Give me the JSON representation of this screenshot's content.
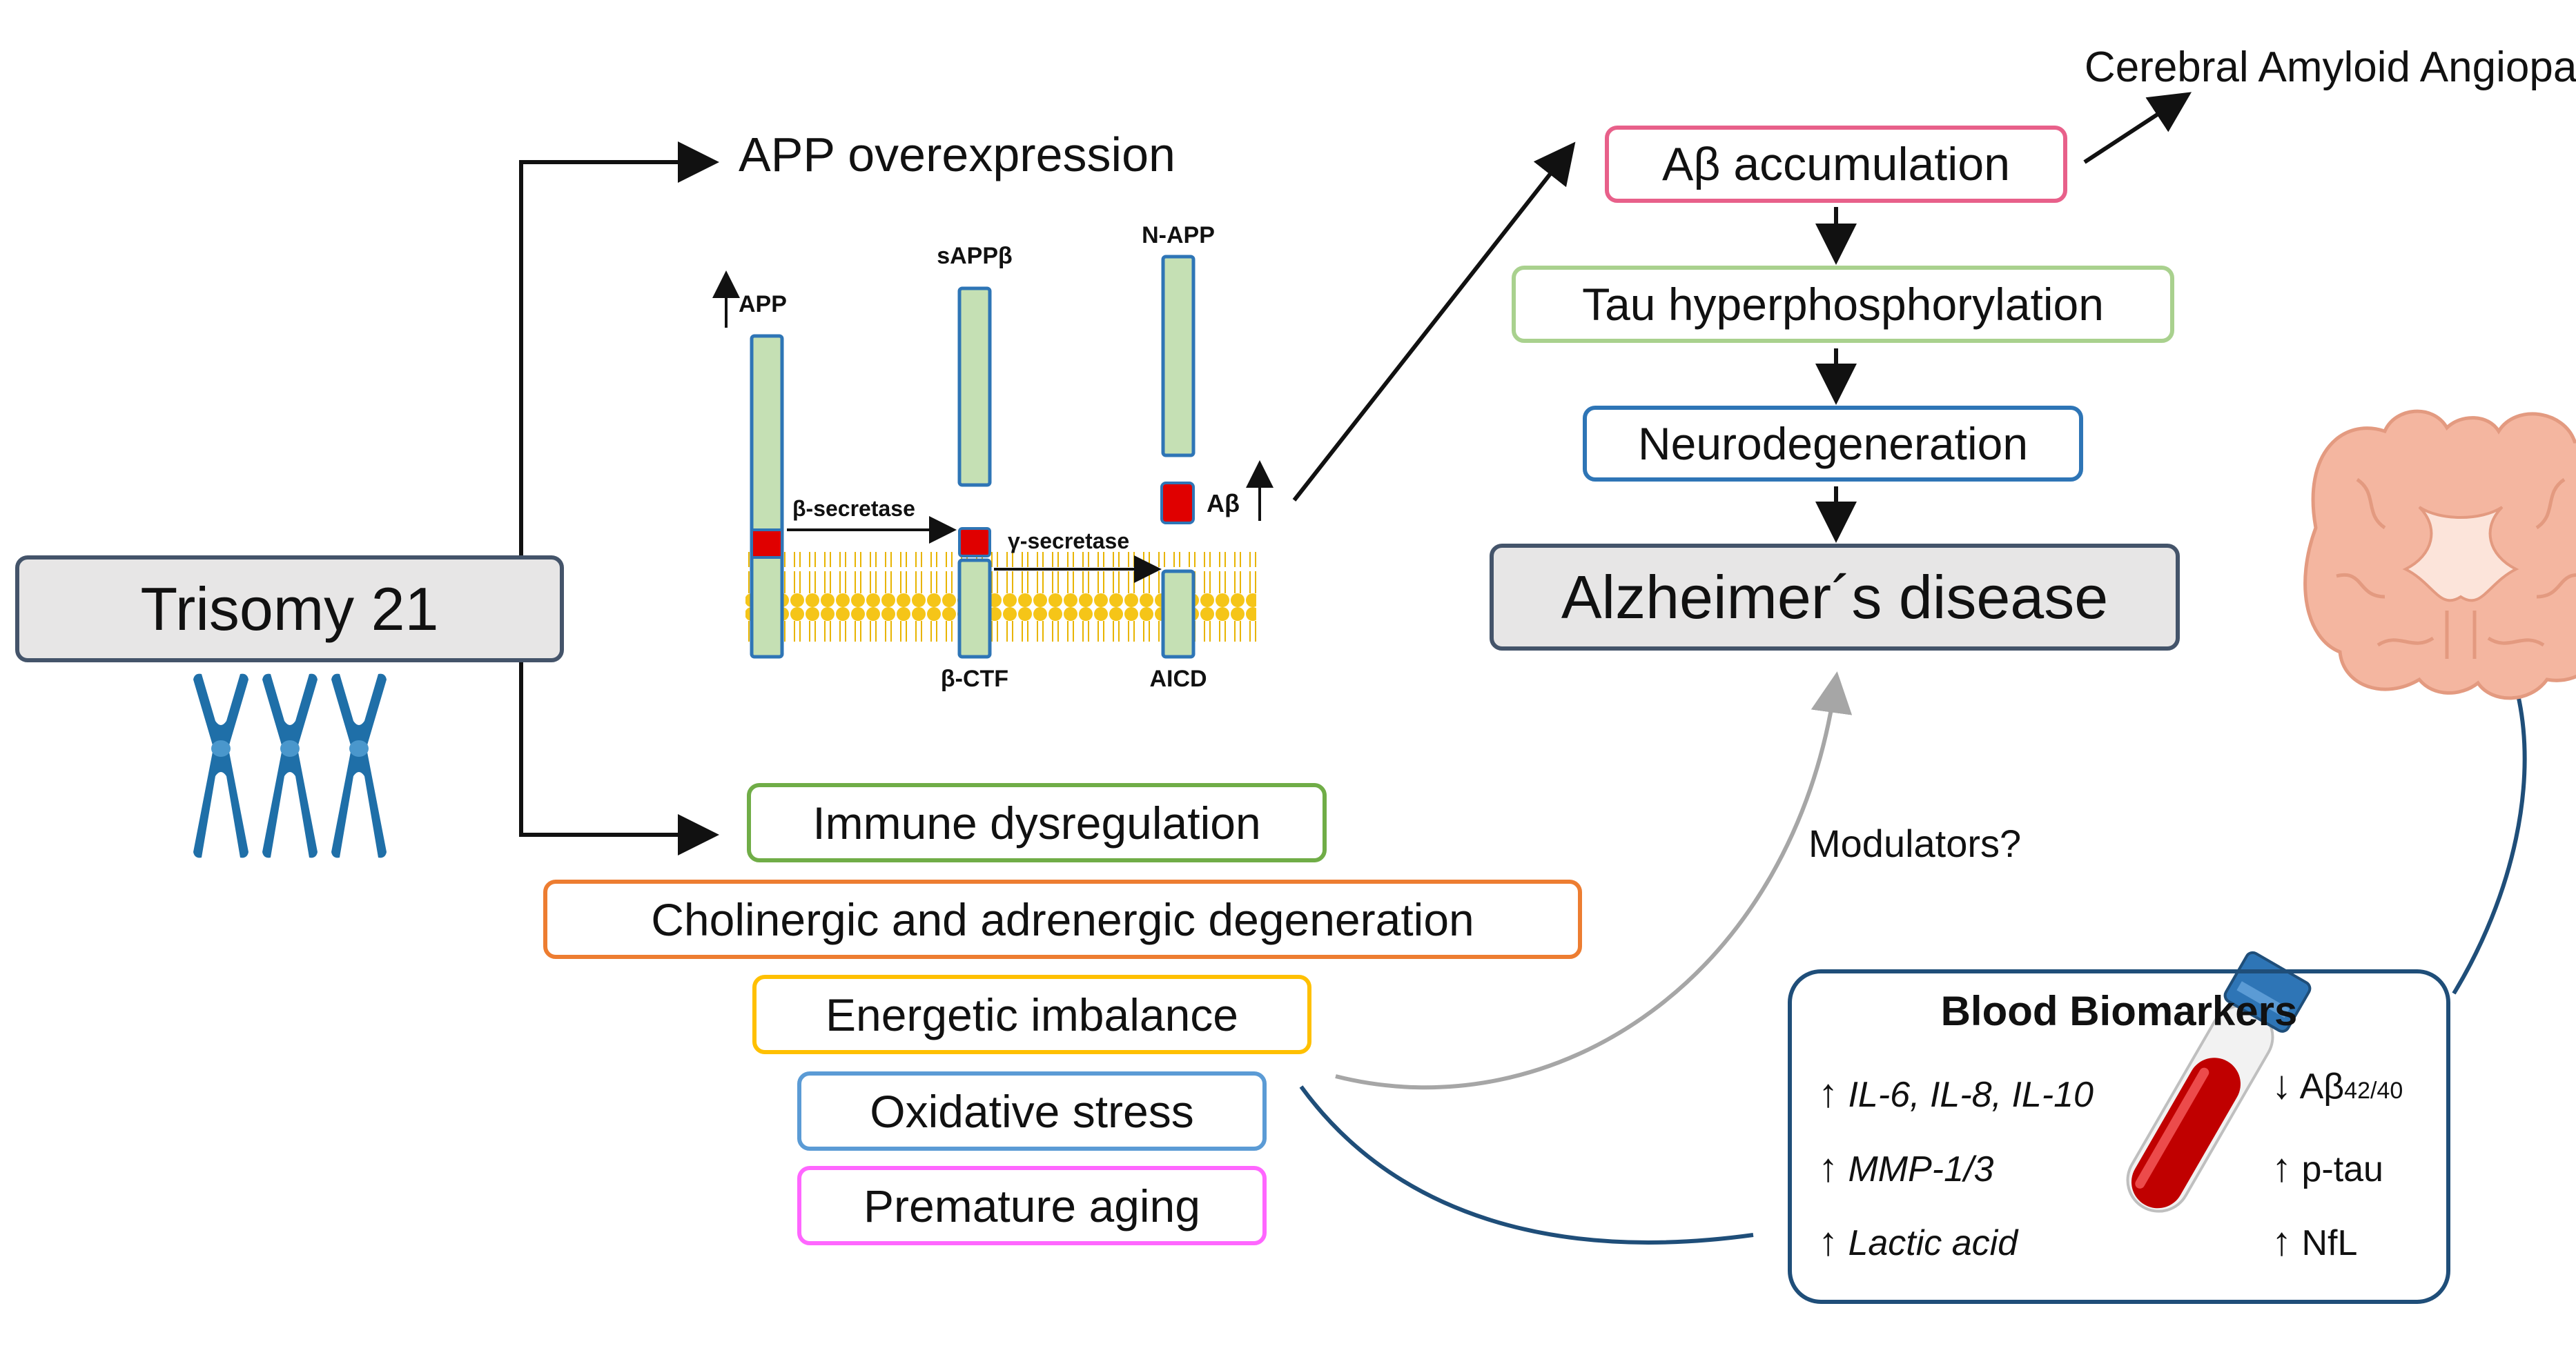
{
  "title": "",
  "trisomy": {
    "label": "Trisomy 21"
  },
  "branches": {
    "app_overexpression": "APP overexpression"
  },
  "app_processing": {
    "app_label": "APP",
    "sappb_label": "sAPPβ",
    "napp_label": "N-APP",
    "beta_secretase": "β-secretase",
    "gamma_secretase": "γ-secretase",
    "abeta_label": "Aβ",
    "bctf_label": "β-CTF",
    "aicd_label": "AICD"
  },
  "pathway": {
    "abeta_accumulation": "Aβ accumulation",
    "tau": "Tau hyperphosphorylation",
    "neurodegeneration": "Neurodegeneration",
    "alzheimers": "Alzheimer´s disease",
    "caa": "Cerebral Amyloid Angiopathy",
    "modulators": "Modulators?"
  },
  "factors": [
    {
      "label": "Immune dysregulation",
      "color": "#70AD47"
    },
    {
      "label": "Cholinergic and adrenergic degeneration",
      "color": "#ED7D31"
    },
    {
      "label": "Energetic imbalance",
      "color": "#FFC000"
    },
    {
      "label": "Oxidative stress",
      "color": "#5B9BD5"
    },
    {
      "label": "Premature aging",
      "color": "#FF66FF"
    }
  ],
  "biomarkers": {
    "title": "Blood Biomarkers",
    "up_left": [
      "IL-6, IL-8, IL-10",
      "MMP-1/3",
      "Lactic acid"
    ],
    "right": [
      {
        "dir": "down",
        "text": "Aβ",
        "sub": "42/40"
      },
      {
        "dir": "up",
        "text": "p-tau",
        "sub": ""
      },
      {
        "dir": "up",
        "text": "NfL",
        "sub": ""
      }
    ]
  },
  "colors": {
    "abeta_box": "#E8608A",
    "tau_box": "#A9D18E",
    "neuro_box": "#2E75B6",
    "ad_box": "#44546A",
    "ad_fill": "#E7E6E6",
    "trisomy_fill": "#E7E6E6",
    "chromosome": "#1F6FA8",
    "membrane": "#F5C518",
    "protein_fill": "#C5E0B4",
    "protein_border": "#2E75B6",
    "red_fragment": "#E00000",
    "secretase_text": "#843C0C",
    "brain": "#F4B6A0",
    "curve_dark": "#1F4E79",
    "curve_gray": "#A6A6A6"
  },
  "icons": [
    "chromosome-icon",
    "membrane-icon",
    "brain-icon",
    "blood-tube-icon",
    "arrow-up-icon",
    "arrow-down-icon"
  ]
}
